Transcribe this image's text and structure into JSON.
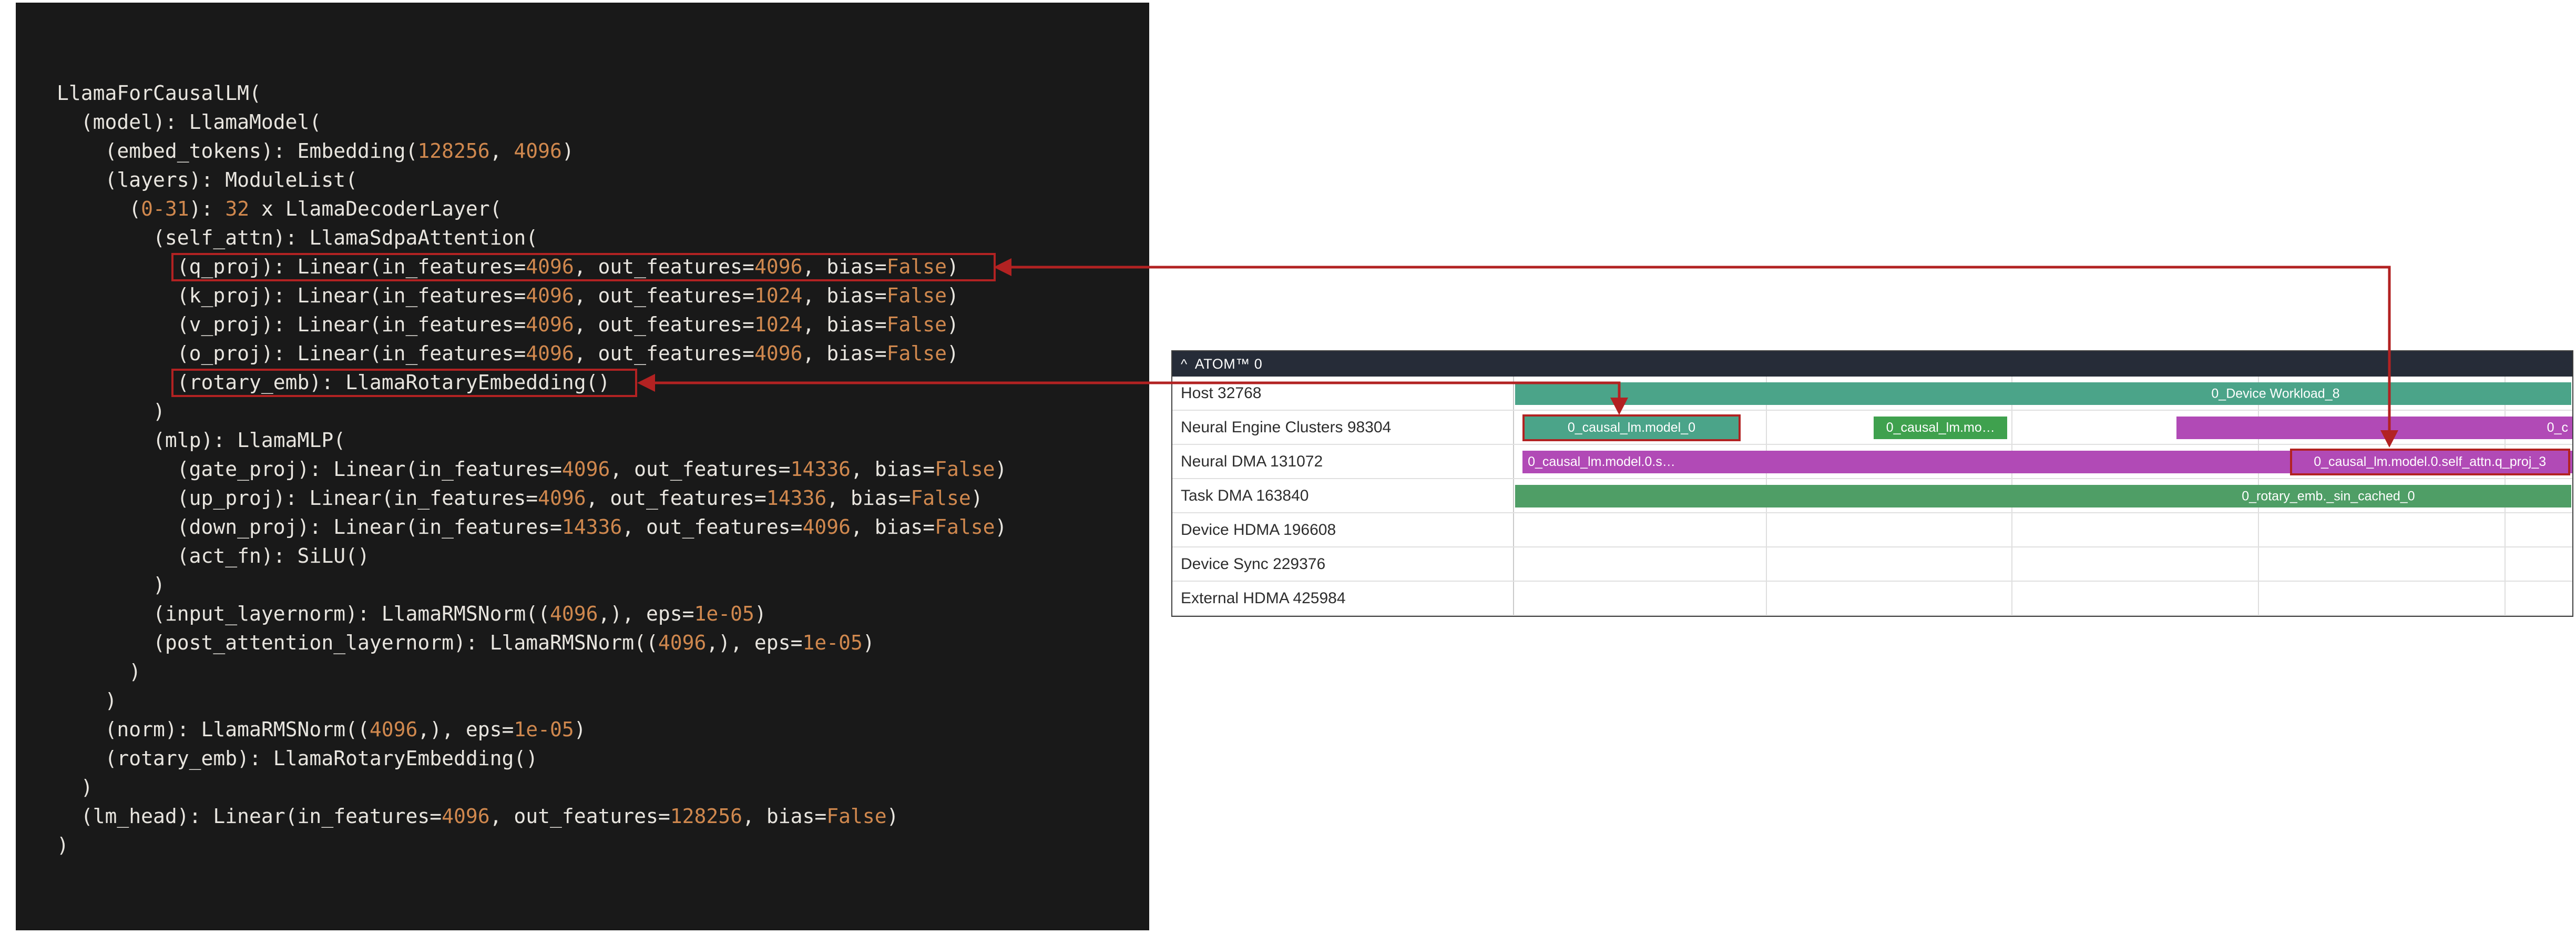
{
  "colors": {
    "code_bg": "#191919",
    "code_text": "#e8e5df",
    "code_number": "#d0884e",
    "highlight_red": "#b22222",
    "header_bg": "#262c38",
    "teal": "#4ba489",
    "green": "#3fa14e",
    "purple": "#b14ab6",
    "task_green": "#4f9e66"
  },
  "code_panel": {
    "lines": [
      [
        {
          "t": "LlamaForCausalLM("
        }
      ],
      [
        {
          "t": "  (model): LlamaModel("
        }
      ],
      [
        {
          "t": "    (embed_tokens): Embedding("
        },
        {
          "t": "128256",
          "c": "num"
        },
        {
          "t": ", "
        },
        {
          "t": "4096",
          "c": "num"
        },
        {
          "t": ")"
        }
      ],
      [
        {
          "t": "    (layers): ModuleList("
        }
      ],
      [
        {
          "t": "      ("
        },
        {
          "t": "0-31",
          "c": "num"
        },
        {
          "t": "): "
        },
        {
          "t": "32",
          "c": "num"
        },
        {
          "t": " x LlamaDecoderLayer("
        }
      ],
      [
        {
          "t": "        (self_attn): LlamaSdpaAttention("
        }
      ],
      [
        {
          "t": "          (q_proj): Linear(in_features="
        },
        {
          "t": "4096",
          "c": "num"
        },
        {
          "t": ", out_features="
        },
        {
          "t": "4096",
          "c": "num"
        },
        {
          "t": ", bias="
        },
        {
          "t": "False",
          "c": "num"
        },
        {
          "t": ")"
        }
      ],
      [
        {
          "t": "          (k_proj): Linear(in_features="
        },
        {
          "t": "4096",
          "c": "num"
        },
        {
          "t": ", out_features="
        },
        {
          "t": "1024",
          "c": "num"
        },
        {
          "t": ", bias="
        },
        {
          "t": "False",
          "c": "num"
        },
        {
          "t": ")"
        }
      ],
      [
        {
          "t": "          (v_proj): Linear(in_features="
        },
        {
          "t": "4096",
          "c": "num"
        },
        {
          "t": ", out_features="
        },
        {
          "t": "1024",
          "c": "num"
        },
        {
          "t": ", bias="
        },
        {
          "t": "False",
          "c": "num"
        },
        {
          "t": ")"
        }
      ],
      [
        {
          "t": "          (o_proj): Linear(in_features="
        },
        {
          "t": "4096",
          "c": "num"
        },
        {
          "t": ", out_features="
        },
        {
          "t": "4096",
          "c": "num"
        },
        {
          "t": ", bias="
        },
        {
          "t": "False",
          "c": "num"
        },
        {
          "t": ")"
        }
      ],
      [
        {
          "t": "          (rotary_emb): LlamaRotaryEmbedding()"
        }
      ],
      [
        {
          "t": "        )"
        }
      ],
      [
        {
          "t": "        (mlp): LlamaMLP("
        }
      ],
      [
        {
          "t": "          (gate_proj): Linear(in_features="
        },
        {
          "t": "4096",
          "c": "num"
        },
        {
          "t": ", out_features="
        },
        {
          "t": "14336",
          "c": "num"
        },
        {
          "t": ", bias="
        },
        {
          "t": "False",
          "c": "num"
        },
        {
          "t": ")"
        }
      ],
      [
        {
          "t": "          (up_proj): Linear(in_features="
        },
        {
          "t": "4096",
          "c": "num"
        },
        {
          "t": ", out_features="
        },
        {
          "t": "14336",
          "c": "num"
        },
        {
          "t": ", bias="
        },
        {
          "t": "False",
          "c": "num"
        },
        {
          "t": ")"
        }
      ],
      [
        {
          "t": "          (down_proj): Linear(in_features="
        },
        {
          "t": "14336",
          "c": "num"
        },
        {
          "t": ", out_features="
        },
        {
          "t": "4096",
          "c": "num"
        },
        {
          "t": ", bias="
        },
        {
          "t": "False",
          "c": "num"
        },
        {
          "t": ")"
        }
      ],
      [
        {
          "t": "          (act_fn): SiLU()"
        }
      ],
      [
        {
          "t": "        )"
        }
      ],
      [
        {
          "t": "        (input_layernorm): LlamaRMSNorm(("
        },
        {
          "t": "4096",
          "c": "num"
        },
        {
          "t": ",), eps="
        },
        {
          "t": "1e-05",
          "c": "num"
        },
        {
          "t": ")"
        }
      ],
      [
        {
          "t": "        (post_attention_layernorm): LlamaRMSNorm(("
        },
        {
          "t": "4096",
          "c": "num"
        },
        {
          "t": ",), eps="
        },
        {
          "t": "1e-05",
          "c": "num"
        },
        {
          "t": ")"
        }
      ],
      [
        {
          "t": "      )"
        }
      ],
      [
        {
          "t": "    )"
        }
      ],
      [
        {
          "t": "    (norm): LlamaRMSNorm(("
        },
        {
          "t": "4096",
          "c": "num"
        },
        {
          "t": ",), eps="
        },
        {
          "t": "1e-05",
          "c": "num"
        },
        {
          "t": ")"
        }
      ],
      [
        {
          "t": "    (rotary_emb): LlamaRotaryEmbedding()"
        }
      ],
      [
        {
          "t": "  )"
        }
      ],
      [
        {
          "t": "  (lm_head): Linear(in_features="
        },
        {
          "t": "4096",
          "c": "num"
        },
        {
          "t": ", out_features="
        },
        {
          "t": "128256",
          "c": "num"
        },
        {
          "t": ", bias="
        },
        {
          "t": "False",
          "c": "num"
        },
        {
          "t": ")"
        }
      ],
      [
        {
          "t": ")"
        }
      ]
    ]
  },
  "timeline": {
    "caret_icon": "^",
    "header_label": "ATOM™ 0",
    "gridlines_pct": [
      23.8,
      47.0,
      70.3,
      93.6
    ],
    "rows": [
      {
        "label": "Host 32768",
        "bars": [
          {
            "text": "0_Device Workload_8",
            "color": "teal",
            "left": 0.1,
            "width": 99.8,
            "text_pos": 72
          }
        ]
      },
      {
        "label": "Neural Engine Clusters 98304",
        "bars": [
          {
            "text": "0_causal_lm.model_0",
            "color": "teal",
            "left": 0.8,
            "width": 20.6,
            "highlight": true
          },
          {
            "text": "0_causal_lm.mo…",
            "color": "green",
            "left": 34.0,
            "width": 12.6
          },
          {
            "text": "0_c",
            "color": "purple",
            "left": 62.6,
            "width": 37.4,
            "text_align": "right"
          }
        ]
      },
      {
        "label": "Neural DMA 131072",
        "bars": [
          {
            "text": "0_causal_lm.model.0.s…",
            "color": "purple",
            "left": 0.8,
            "width": 99.2,
            "text_align": "left"
          },
          {
            "text": "0_causal_lm.model.0.self_attn.q_proj_3",
            "color": "purple",
            "left": 73.3,
            "width": 26.5,
            "highlight": true
          }
        ]
      },
      {
        "label": "Task DMA 163840",
        "bars": [
          {
            "text": "0_rotary_emb._sin_cached_0",
            "color": "task_green",
            "left": 0.1,
            "width": 99.8,
            "text_pos": 77
          }
        ]
      },
      {
        "label": "Device HDMA 196608",
        "bars": []
      },
      {
        "label": "Device Sync 229376",
        "bars": []
      },
      {
        "label": "External HDMA 425984",
        "bars": []
      }
    ]
  }
}
